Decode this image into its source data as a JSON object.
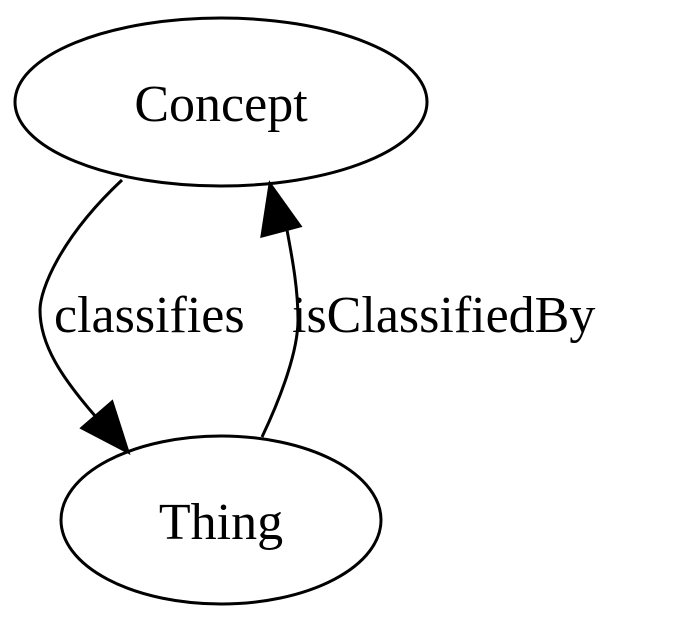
{
  "nodes": {
    "concept": {
      "label": "Concept"
    },
    "thing": {
      "label": "Thing"
    }
  },
  "edges": {
    "classifies": {
      "label": "classifies",
      "from": "Concept",
      "to": "Thing"
    },
    "is_classified_by": {
      "label": "isClassifiedBy",
      "from": "Thing",
      "to": "Concept"
    }
  },
  "colors": {
    "stroke": "#000000",
    "background": "#ffffff"
  }
}
